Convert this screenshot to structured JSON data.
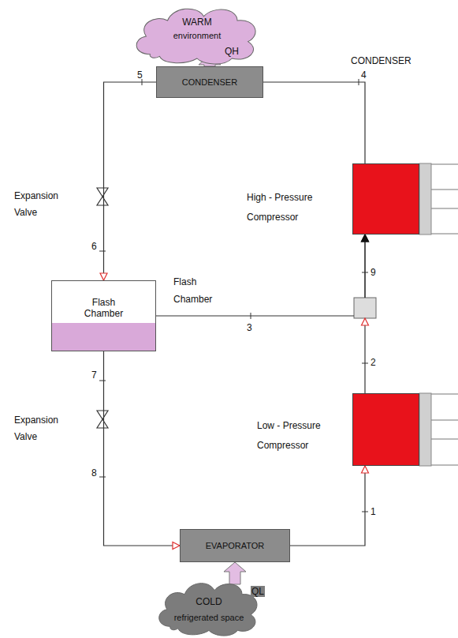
{
  "diagram": {
    "nodes": [
      {
        "text": [
          "WARM",
          "environment"
        ]
      },
      {
        "text": [
          "CONDENSER"
        ]
      },
      {
        "text": [
          "High - Pressure Compressor"
        ]
      },
      {
        "text": [
          "Flash Chamber"
        ]
      },
      {
        "text": [
          "Low - Pressure Compressor"
        ]
      },
      {
        "text": [
          "EVAPORATOR"
        ]
      },
      {
        "text": [
          "COLD",
          "refrigerated space"
        ]
      }
    ],
    "edges": [
      {
        "from": 1,
        "to": 0,
        "arrow": "to",
        "label": "QH"
      },
      {
        "from": 2,
        "to": 1,
        "arrow": "none"
      },
      {
        "from": 1,
        "to": 3,
        "arrow": "to"
      },
      {
        "from": 3,
        "to": 2,
        "arrow": "to"
      },
      {
        "from": 3,
        "to": 5,
        "arrow": "to"
      },
      {
        "from": 5,
        "to": 4,
        "arrow": "to"
      },
      {
        "from": 4,
        "to": 2,
        "arrow": "to"
      },
      {
        "from": 6,
        "to": 5,
        "arrow": "to",
        "label": "QL"
      }
    ],
    "labels": [
      "CONDENSER",
      "5",
      "4",
      "Expansion Valve",
      "6",
      "Flash Chamber",
      "3",
      "9",
      "7",
      "2",
      "Expansion Valve",
      "8",
      "1"
    ]
  }
}
